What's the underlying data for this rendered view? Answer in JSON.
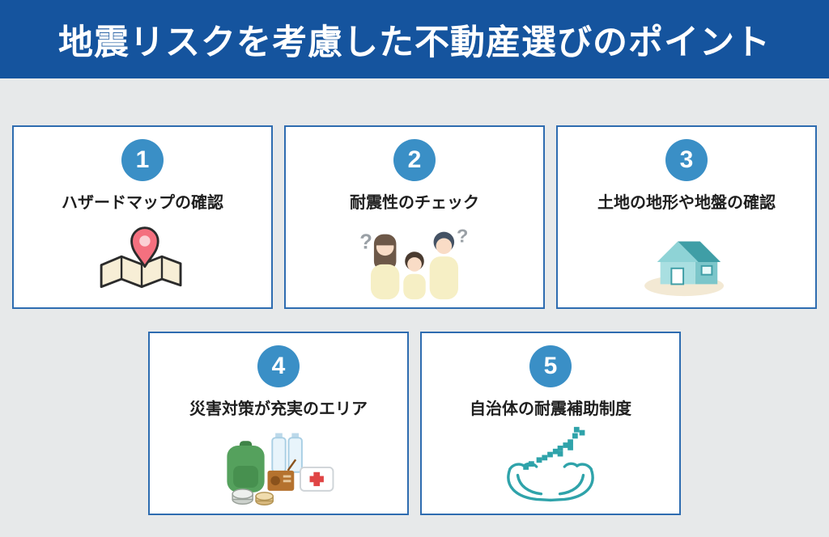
{
  "header": {
    "title": "地震リスクを考慮した不動産選びのポイント"
  },
  "cards": [
    {
      "number": "1",
      "label": "ハザードマップの確認",
      "icon": "hazard-map-pin-icon"
    },
    {
      "number": "2",
      "label": "耐震性のチェック",
      "icon": "family-thinking-icon"
    },
    {
      "number": "3",
      "label": "土地の地形や地盤の確認",
      "icon": "house-on-ground-icon"
    },
    {
      "number": "4",
      "label": "災害対策が充実のエリア",
      "icon": "emergency-supplies-icon"
    },
    {
      "number": "5",
      "label": "自治体の耐震補助制度",
      "icon": "hands-holding-japan-icon"
    }
  ],
  "colors": {
    "header_background": "#15549e",
    "page_background": "#e7e9ea",
    "card_border": "#2e6cb0",
    "number_circle": "#3a8fc6",
    "label_text": "#1f1f1f",
    "pin_red": "#f4707f",
    "house_teal": "#3f9ea6",
    "hands_teal": "#2fa3aa",
    "backpack_green": "#55a15d"
  }
}
